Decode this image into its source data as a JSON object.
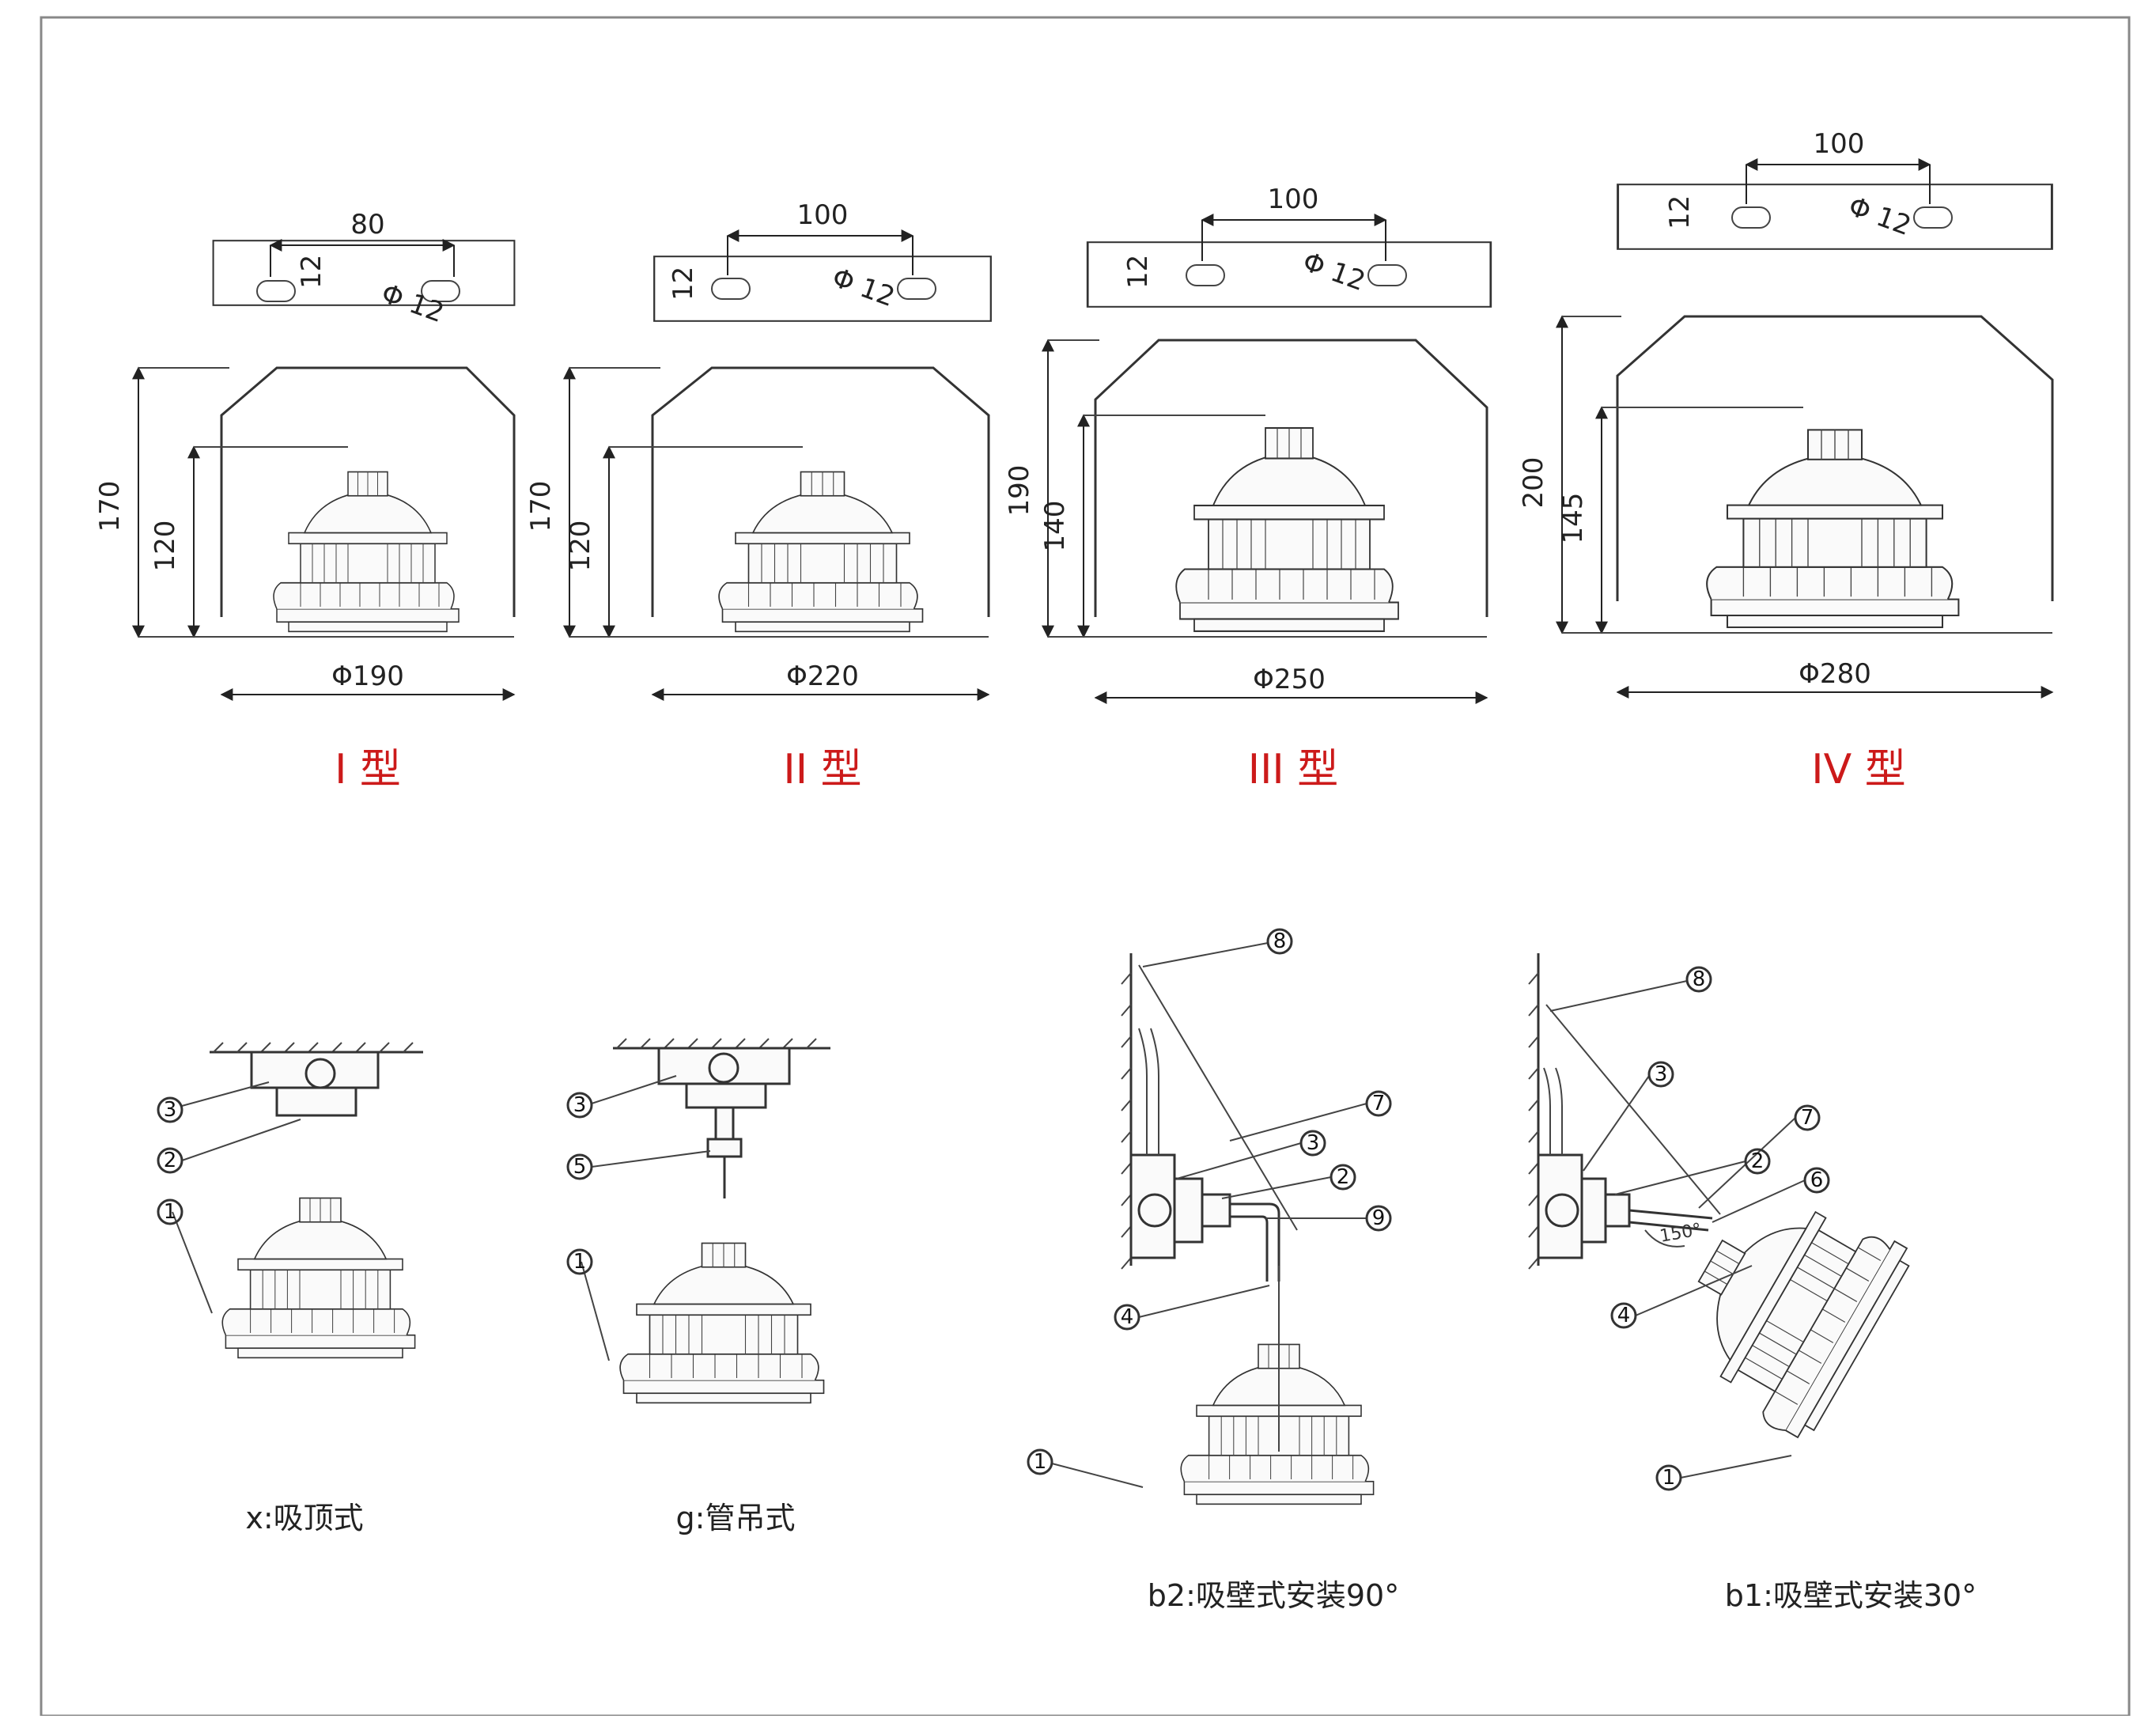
{
  "colors": {
    "type_label": "#cc1a1a",
    "line": "#333333"
  },
  "types": [
    {
      "label": "I 型",
      "bracket_spacing": "80",
      "slot": "12",
      "hole": "Φ 12",
      "height_total": "170",
      "height_body": "120",
      "diameter": "Φ190"
    },
    {
      "label": "II 型",
      "bracket_spacing": "100",
      "slot": "12",
      "hole": "Φ 12",
      "height_total": "170",
      "height_body": "120",
      "diameter": "Φ220"
    },
    {
      "label": "III 型",
      "bracket_spacing": "100",
      "slot": "12",
      "hole": "Φ 12",
      "height_total": "190",
      "height_body": "140",
      "diameter": "Φ250"
    },
    {
      "label": "IV 型",
      "bracket_spacing": "100",
      "slot": "12",
      "hole": "Φ 12",
      "height_total": "200",
      "height_body": "145",
      "diameter": "Φ280"
    }
  ],
  "mounts": [
    {
      "caption": "x:吸顶式",
      "parts": [
        "3",
        "2",
        "1"
      ]
    },
    {
      "caption": "g:管吊式",
      "parts": [
        "3",
        "5",
        "1"
      ]
    },
    {
      "caption": "b2:吸壁式安装90°",
      "parts": [
        "8",
        "7",
        "3",
        "2",
        "9",
        "4",
        "1"
      ]
    },
    {
      "caption": "b1:吸壁式安装30°",
      "parts": [
        "8",
        "3",
        "7",
        "2",
        "6",
        "4",
        "1"
      ],
      "angle": "150°"
    }
  ]
}
